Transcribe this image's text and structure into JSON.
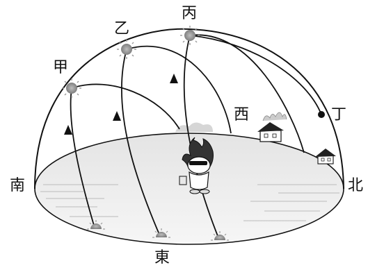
{
  "labels": {
    "south": "南",
    "north": "北",
    "east": "東",
    "west": "西",
    "point_a": "甲",
    "point_b": "乙",
    "point_c": "丙",
    "point_d": "丁"
  },
  "colors": {
    "ink": "#111111",
    "ground_fill": "#ececec",
    "sun": "#9a9a9a"
  },
  "icons": {
    "sun": "sun-icon",
    "house": "house-icon",
    "mascot": "mascot-figure"
  }
}
